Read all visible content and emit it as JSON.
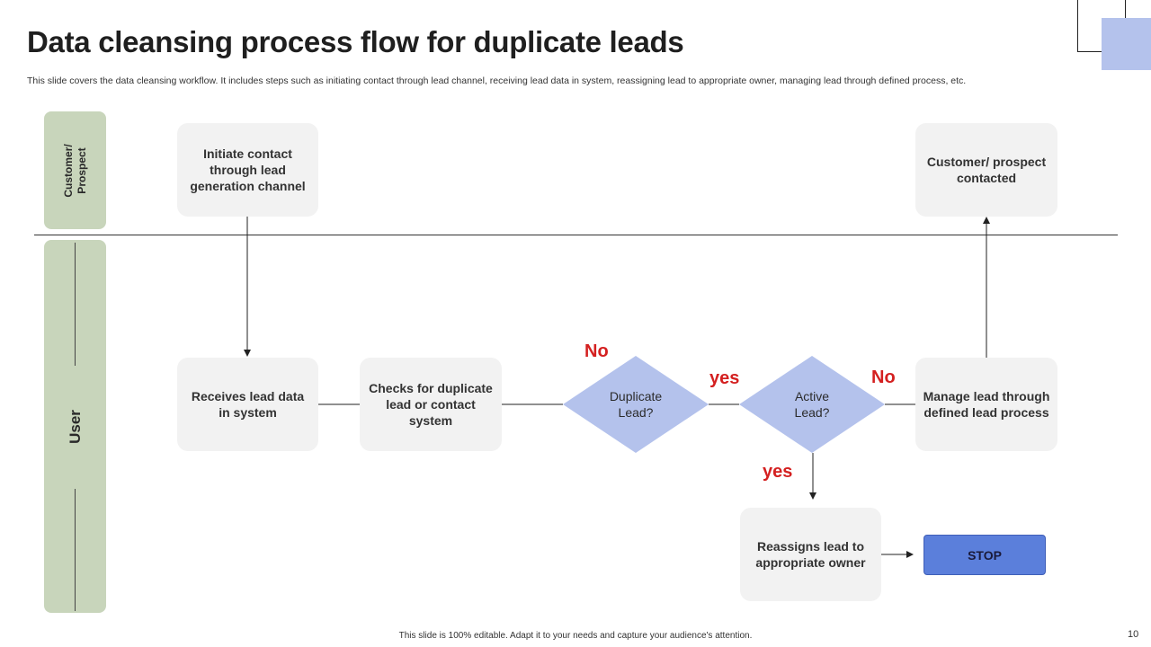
{
  "title": "Data cleansing process flow for duplicate leads",
  "subtitle": "This slide covers the data cleansing workflow. It includes steps such as initiating contact through lead channel, receiving lead data in system, reassigning lead to appropriate owner, managing lead through defined process, etc.",
  "lanes": {
    "customer": "Customer/\nProspect",
    "user": "User"
  },
  "steps": {
    "initiate": "Initiate contact through lead generation channel",
    "receives": "Receives lead data in system",
    "checks": "Checks for duplicate lead or contact system",
    "manage": "Manage lead through defined lead process",
    "contacted": "Customer/ prospect contacted",
    "reassign": "Reassigns lead to appropriate owner",
    "stop": "STOP"
  },
  "decisions": {
    "duplicate": "Duplicate\nLead?",
    "active": "Active\nLead?"
  },
  "branch_labels": {
    "duplicate_no": "No",
    "duplicate_yes": "yes",
    "active_no": "No",
    "active_yes": "yes"
  },
  "colors": {
    "lane": "#c8d5bb",
    "step": "#f2f2f2",
    "decision": "#b4c2ec",
    "stop": "#5b7fdb",
    "branch_label": "#d42020"
  },
  "footer": "This slide is 100% editable. Adapt it to your needs and capture your audience's attention.",
  "page_number": "10"
}
